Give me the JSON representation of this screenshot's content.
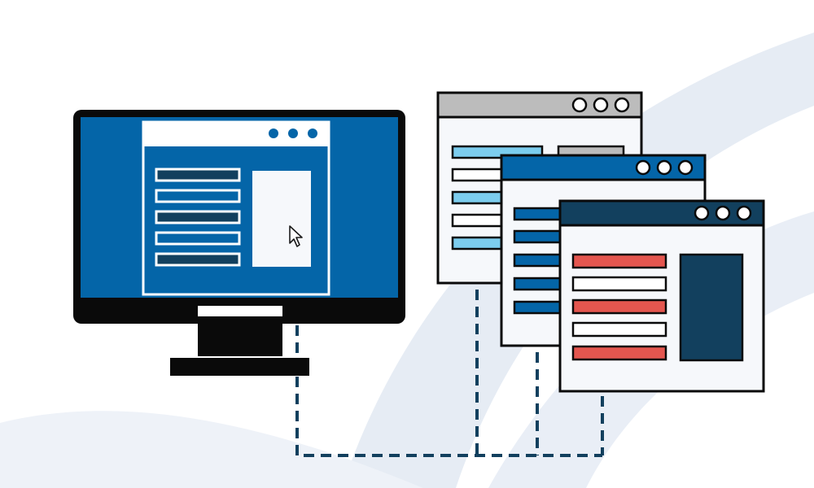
{
  "colors": {
    "background": "#ffffff",
    "swirl": "#dfe6f1",
    "outline": "#0a0a0a",
    "screen_blue": "#0465a8",
    "window_fill": "#f6f8fb",
    "dark_navy": "#12405e",
    "light_cyan": "#7ccdee",
    "gray_bar": "#bcbcbc",
    "coral": "#e4564f",
    "connector": "#12405e"
  },
  "icons": {
    "monitor": "desktop-monitor-icon",
    "pointer": "mouse-pointer-icon",
    "window_dots": "window-control-dots-icon"
  },
  "diagram": {
    "monitor_window_rows": 5,
    "remote_windows": [
      {
        "theme": "gray",
        "rows": 5,
        "has_side_panel": true
      },
      {
        "theme": "blue",
        "rows": 5,
        "has_side_panel": false
      },
      {
        "theme": "navy",
        "rows": 5,
        "has_side_panel": true
      }
    ]
  }
}
